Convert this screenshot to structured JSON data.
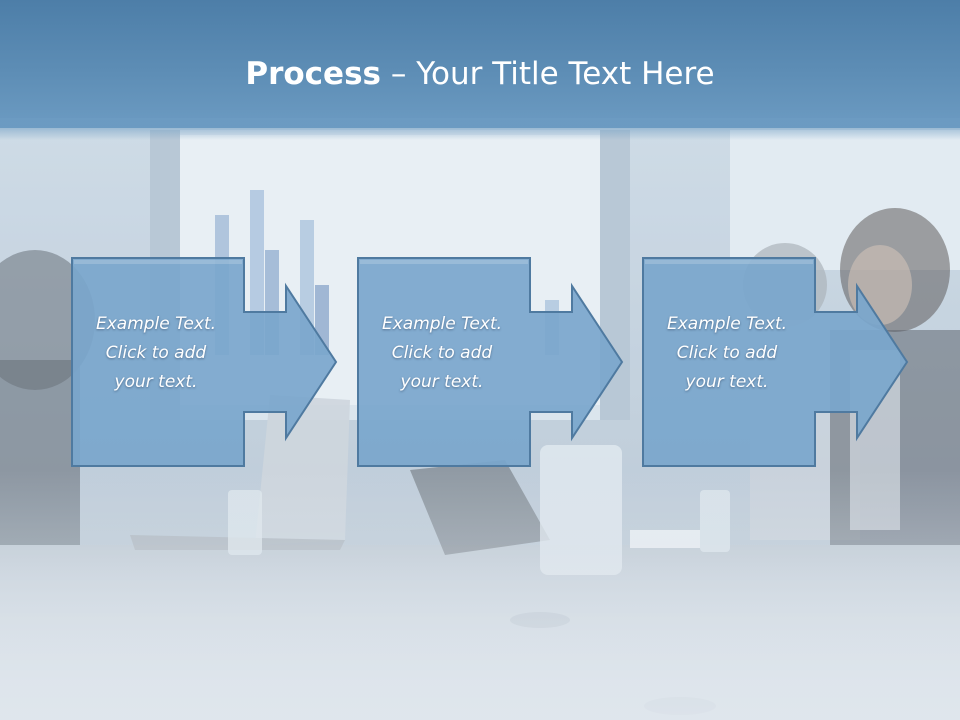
{
  "slide": {
    "title_bold": "Process",
    "title_rest": " – Your Title Text Here",
    "colors": {
      "title_bar": "#5d8db5",
      "step_fill": "#7aa6cc",
      "step_stroke": "#4f7aa0",
      "text": "#ffffff"
    }
  },
  "steps": [
    {
      "line1": "Example Text.",
      "line2": "Click  to add",
      "line3": "your text."
    },
    {
      "line1": "Example Text.",
      "line2": "Click  to add",
      "line3": "your text."
    },
    {
      "line1": "Example Text.",
      "line2": "Click  to add",
      "line3": "your text."
    }
  ]
}
